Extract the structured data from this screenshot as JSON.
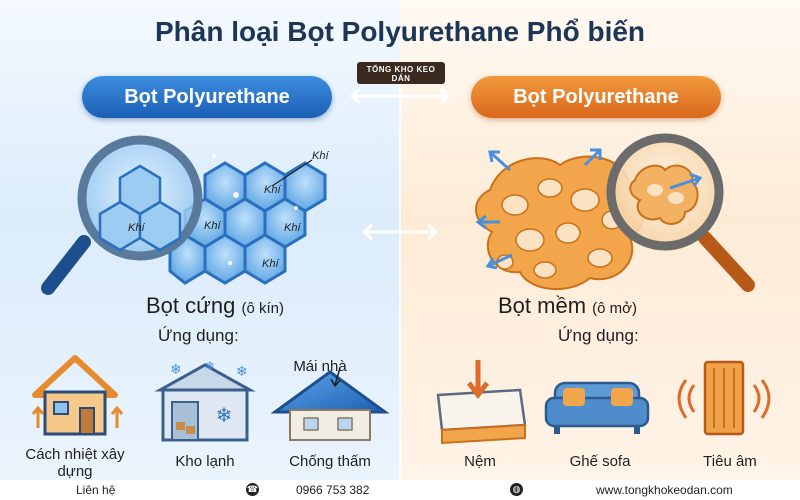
{
  "title": "Phân loại Bọt Polyurethane Phổ biến",
  "logo": {
    "text": "TỔNG KHO KEO DÁN"
  },
  "left": {
    "pill": "Bọt Polyurethane",
    "gas_label": "Khí",
    "type_name": "Bọt cứng",
    "type_note": "(ô kín)",
    "usage_title": "Ứng dụng:",
    "apps": [
      {
        "label": "Cách nhiệt xây dựng",
        "icon": "house-insulation-icon"
      },
      {
        "label": "Kho lạnh",
        "icon": "cold-storage-icon"
      },
      {
        "label": "Chống thấm",
        "icon": "roof-waterproof-icon"
      }
    ],
    "roof_label": "Mái nhà"
  },
  "right": {
    "pill": "Bọt Polyurethane",
    "type_name": "Bọt mềm",
    "type_note": "(ô mở)",
    "usage_title": "Ứng dụng:",
    "apps": [
      {
        "label": "Nệm",
        "icon": "mattress-icon"
      },
      {
        "label": "Ghế sofa",
        "icon": "sofa-icon"
      },
      {
        "label": "Tiêu âm",
        "icon": "acoustic-panel-icon"
      }
    ]
  },
  "footer": {
    "contact": "Liên hệ",
    "phone": "0966 753 382",
    "website": "www.tongkhokeodan.com"
  },
  "colors": {
    "blue": "#1b5fb5",
    "orange": "#d9681b",
    "title": "#1d3657"
  }
}
